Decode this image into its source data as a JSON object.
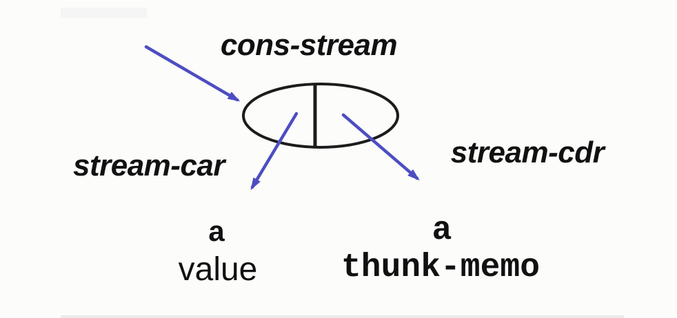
{
  "diagram": {
    "description": "cons-stream pair cell with stream-car and stream-cdr accessors",
    "labels": {
      "cons_stream": "cons-stream",
      "stream_car": "stream-car",
      "stream_cdr": "stream-cdr",
      "car_result_word": "a",
      "car_result_value": "value",
      "cdr_result_word": "a",
      "cdr_result_value": "thunk-memo"
    },
    "colors": {
      "arrow": "#4d4dc2",
      "outline": "#1c1c1c",
      "text": "#111111",
      "background": "#fcfcfa"
    }
  }
}
